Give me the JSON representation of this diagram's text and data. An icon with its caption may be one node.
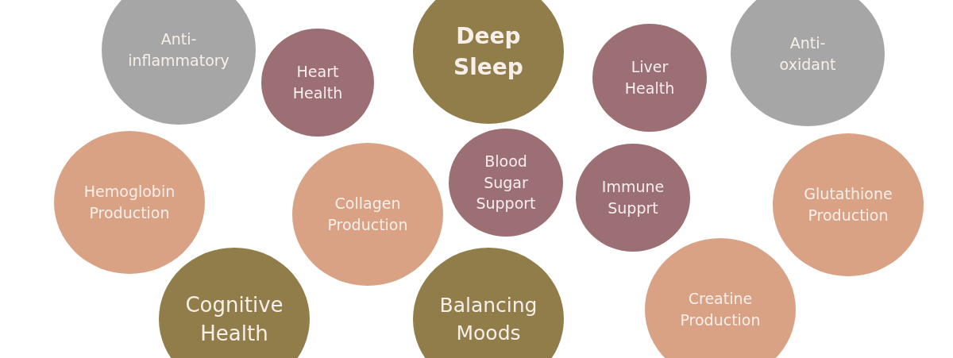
{
  "diagram": {
    "nodes": [
      {
        "text": [
          "Anti-inflammatory"
        ]
      },
      {
        "text": [
          "Deep Sleep"
        ]
      },
      {
        "text": [
          "Anti-oxidant"
        ]
      },
      {
        "text": [
          "Heart Health"
        ]
      },
      {
        "text": [
          "Liver Health"
        ]
      },
      {
        "text": [
          "Hemoglobin Production"
        ]
      },
      {
        "text": [
          "Blood Sugar Support"
        ]
      },
      {
        "text": [
          "Collagen Production"
        ]
      },
      {
        "text": [
          "Immune Supprt"
        ]
      },
      {
        "text": [
          "Glutathione Production"
        ]
      },
      {
        "text": [
          "Cognitive Health"
        ]
      },
      {
        "text": [
          "Balancing Moods"
        ]
      },
      {
        "text": [
          "Creatine Production"
        ]
      }
    ]
  }
}
